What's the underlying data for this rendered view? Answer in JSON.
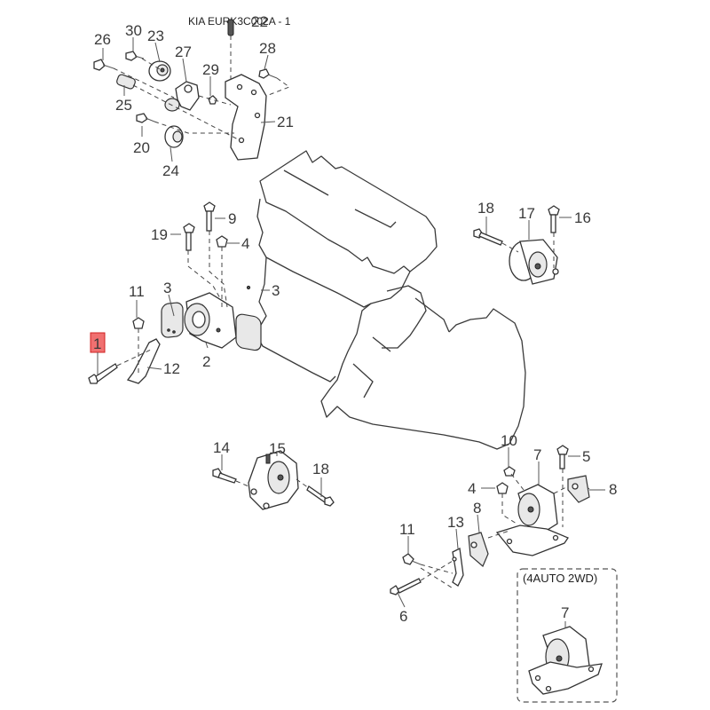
{
  "diagram": {
    "title": "KIA EURK3C002A - 1",
    "highlight_color": "#f07070",
    "highlighted_part": "1",
    "inset_label": "(4AUTO 2WD)",
    "callouts": [
      {
        "id": "c26",
        "label": "26"
      },
      {
        "id": "c30",
        "label": "30"
      },
      {
        "id": "c23",
        "label": "23"
      },
      {
        "id": "c27",
        "label": "27"
      },
      {
        "id": "c22",
        "label": "22"
      },
      {
        "id": "c28",
        "label": "28"
      },
      {
        "id": "c29",
        "label": "29"
      },
      {
        "id": "c25",
        "label": "25"
      },
      {
        "id": "c21",
        "label": "21"
      },
      {
        "id": "c20",
        "label": "20"
      },
      {
        "id": "c24",
        "label": "24"
      },
      {
        "id": "c9",
        "label": "9"
      },
      {
        "id": "c19",
        "label": "19"
      },
      {
        "id": "c4a",
        "label": "4"
      },
      {
        "id": "c3a",
        "label": "3"
      },
      {
        "id": "c11a",
        "label": "11"
      },
      {
        "id": "c3b",
        "label": "3"
      },
      {
        "id": "c1",
        "label": "1"
      },
      {
        "id": "c12",
        "label": "12"
      },
      {
        "id": "c2",
        "label": "2"
      },
      {
        "id": "c18a",
        "label": "18"
      },
      {
        "id": "c17",
        "label": "17"
      },
      {
        "id": "c16",
        "label": "16"
      },
      {
        "id": "c15",
        "label": "15"
      },
      {
        "id": "c14",
        "label": "14"
      },
      {
        "id": "c18b",
        "label": "18"
      },
      {
        "id": "c10",
        "label": "10"
      },
      {
        "id": "c7a",
        "label": "7"
      },
      {
        "id": "c5",
        "label": "5"
      },
      {
        "id": "c4b",
        "label": "4"
      },
      {
        "id": "c8a",
        "label": "8"
      },
      {
        "id": "c8b",
        "label": "8"
      },
      {
        "id": "c13",
        "label": "13"
      },
      {
        "id": "c11b",
        "label": "11"
      },
      {
        "id": "c6",
        "label": "6"
      },
      {
        "id": "c7b",
        "label": "7"
      }
    ]
  }
}
